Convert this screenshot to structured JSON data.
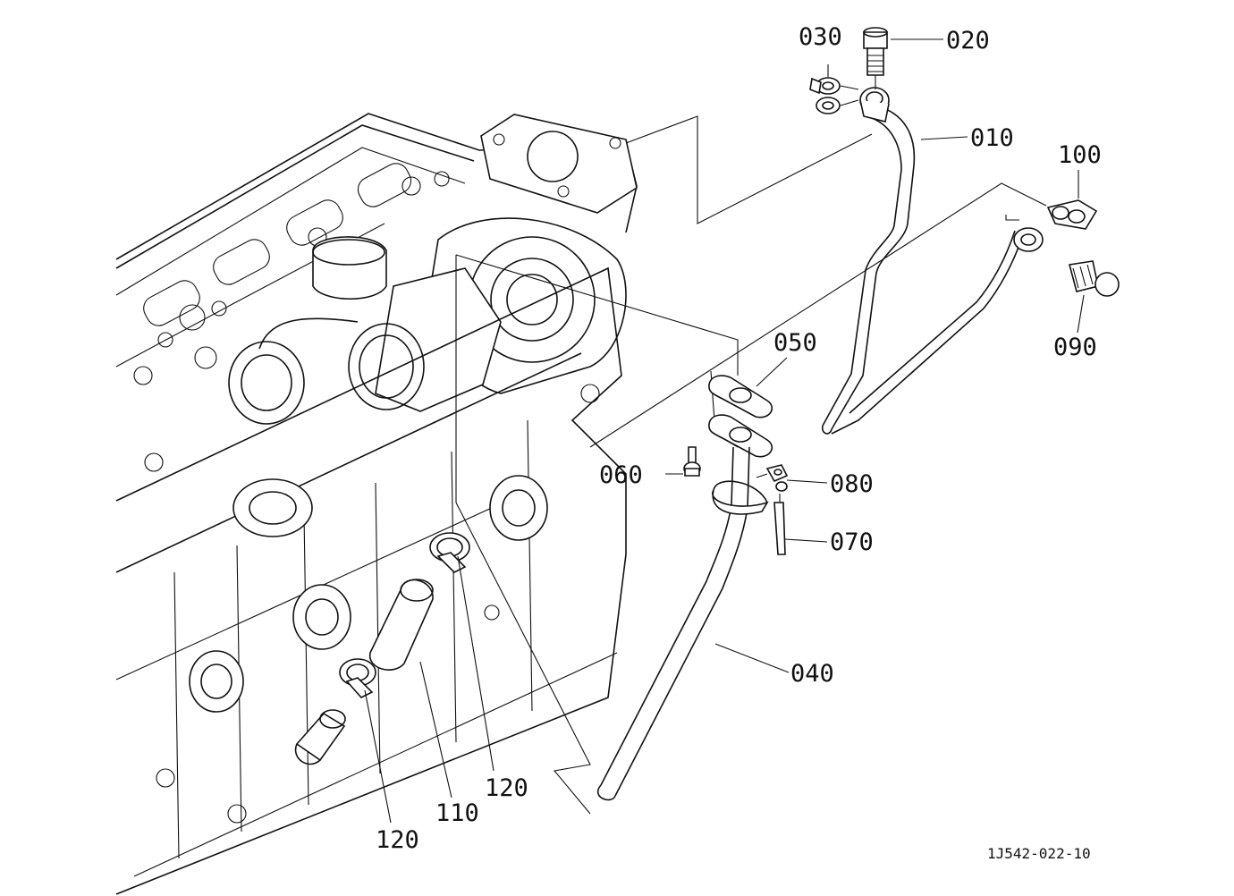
{
  "diagram_code": "1J542-022-10",
  "parts": [
    {
      "id": "010",
      "label": "010"
    },
    {
      "id": "020",
      "label": "020"
    },
    {
      "id": "030",
      "label": "030"
    },
    {
      "id": "040",
      "label": "040"
    },
    {
      "id": "050",
      "label": "050"
    },
    {
      "id": "060",
      "label": "060"
    },
    {
      "id": "070",
      "label": "070"
    },
    {
      "id": "080",
      "label": "080"
    },
    {
      "id": "090",
      "label": "090"
    },
    {
      "id": "100",
      "label": "100"
    },
    {
      "id": "110",
      "label": "110"
    },
    {
      "id": "120a",
      "label": "120"
    },
    {
      "id": "120b",
      "label": "120"
    }
  ]
}
